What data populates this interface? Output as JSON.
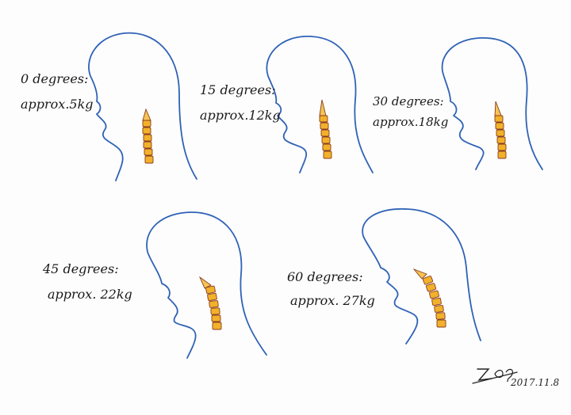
{
  "figures": [
    {
      "angle_label": "0 degrees:",
      "weight_label": "approx.5kg",
      "tilt_degrees": 0
    },
    {
      "angle_label": "15 degrees:",
      "weight_label": "approx.12kg",
      "tilt_degrees": 15
    },
    {
      "angle_label": "30 degrees:",
      "weight_label": "approx.18kg",
      "tilt_degrees": 30
    },
    {
      "angle_label": "45 degrees:",
      "weight_label": "approx. 22kg",
      "tilt_degrees": 45
    },
    {
      "angle_label": "60 degrees:",
      "weight_label": "approx. 27kg",
      "tilt_degrees": 60
    }
  ],
  "signature": {
    "date": "2017.11.8"
  },
  "colors": {
    "outline": "#2f62b6",
    "vertebra_fill": "#f2b12a",
    "vertebra_stroke": "#8a3d1f"
  }
}
